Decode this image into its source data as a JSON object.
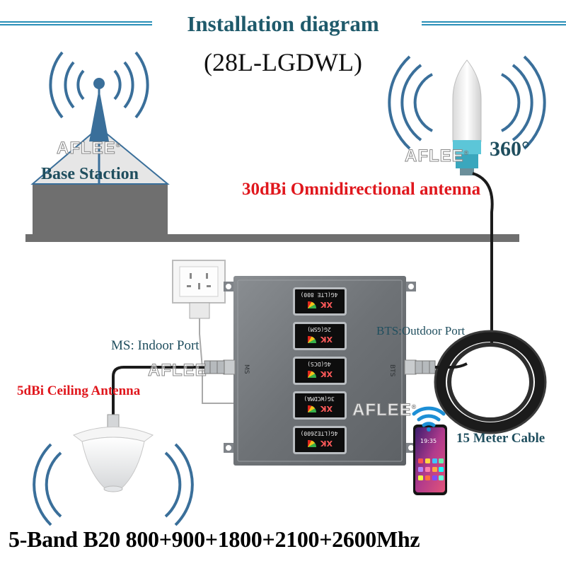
{
  "diagram": {
    "title": "Installation diagram",
    "model": "(28L-LGDWL)",
    "base_station_label": "Base Staction",
    "outdoor_antenna_label": "30dBi Omnidirectional antenna",
    "coverage_label": "360°",
    "indoor_port_label": "MS: Indoor Port",
    "outdoor_port_label": "BTS:Outdoor Port",
    "ceiling_antenna_label": "5dBi Ceiling Antenna",
    "cable_label": "15 Meter Cable",
    "bands_label": "5-Band B20 800+900+1800+2100+2600Mhz",
    "watermark": "AFLEE",
    "watermark_mark": "®",
    "phone_time": "19:35",
    "booster_ports": {
      "left": "MS",
      "right": "BTS"
    },
    "booster_displays": [
      {
        "label": "4G(LTE 800)",
        "reading": "XK"
      },
      {
        "label": "2G(GSM)",
        "reading": "XK"
      },
      {
        "label": "4G(DCS)",
        "reading": "XK"
      },
      {
        "label": "3G(WCDMA)",
        "reading": "XK"
      },
      {
        "label": "4G(LTE2600)",
        "reading": "XK"
      }
    ]
  },
  "colors": {
    "title": "#1f5a6b",
    "label_blue": "#1f4e5e",
    "label_red": "#e0171d",
    "wave": "#3a6f9a",
    "booster": "#75797e",
    "cable": "#1b1b1b"
  }
}
